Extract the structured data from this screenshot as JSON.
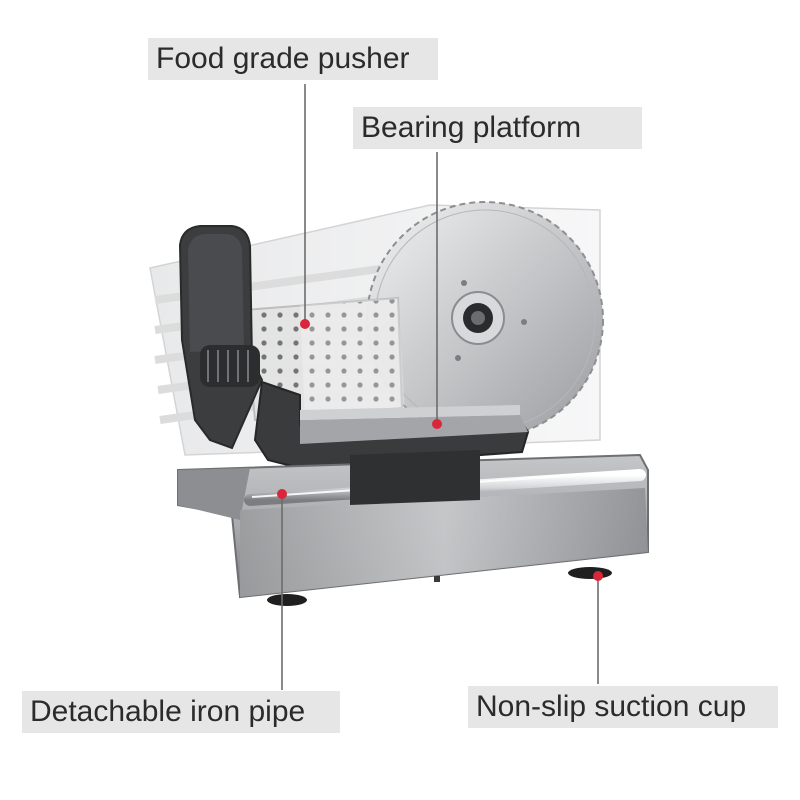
{
  "image": {
    "subject": "meat-slicer",
    "background": "#ffffff",
    "accent_dot_color": "#d9263a",
    "label_bg_color": "#e6e6e6"
  },
  "callouts": {
    "pusher": "Food grade pusher",
    "platform": "Bearing platform",
    "pipe": "Detachable iron pipe",
    "cup": "Non-slip suction cup"
  }
}
